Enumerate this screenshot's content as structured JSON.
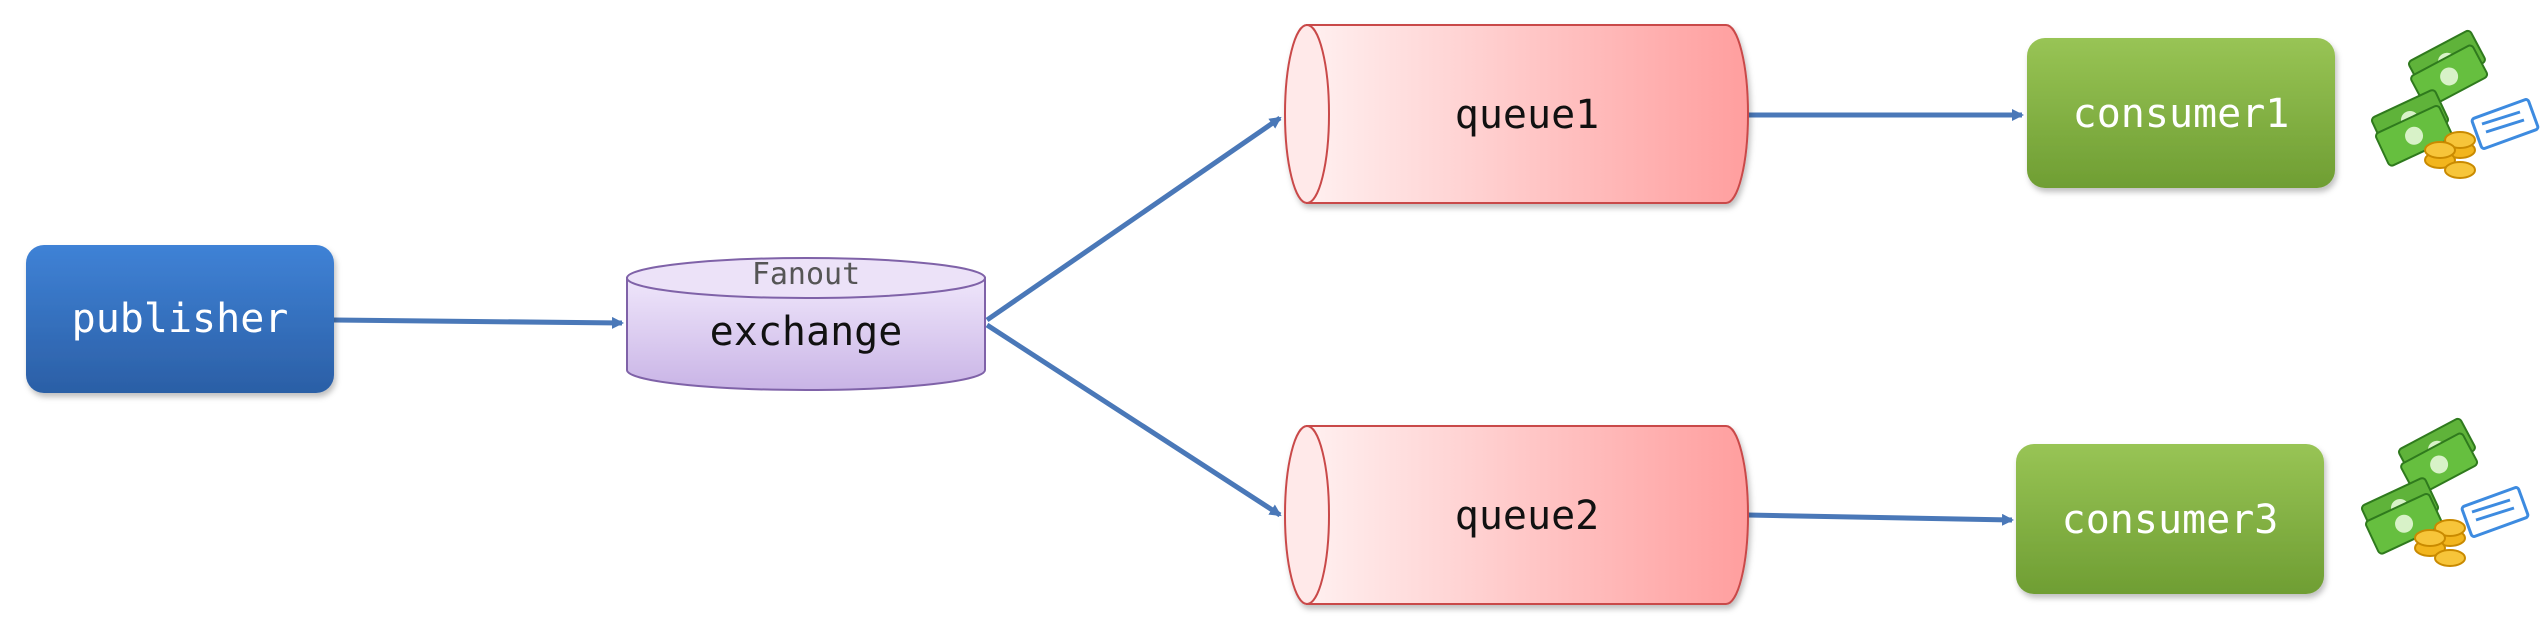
{
  "nodes": {
    "publisher": {
      "label": "publisher",
      "color": "#3a78c9"
    },
    "exchange": {
      "type_label": "Fanout",
      "label": "exchange",
      "color": "#d8c9ee"
    },
    "queue1": {
      "label": "queue1",
      "color": "#ff9e9e"
    },
    "queue2": {
      "label": "queue2",
      "color": "#ff9e9e"
    },
    "consumer1": {
      "label": "consumer1",
      "color": "#7fb23f"
    },
    "consumer3": {
      "label": "consumer3",
      "color": "#7fb23f"
    }
  },
  "edges": [
    {
      "from": "publisher",
      "to": "exchange"
    },
    {
      "from": "exchange",
      "to": "queue1"
    },
    {
      "from": "exchange",
      "to": "queue2"
    },
    {
      "from": "queue1",
      "to": "consumer1"
    },
    {
      "from": "queue2",
      "to": "consumer3"
    }
  ],
  "icons": [
    "money-icon",
    "money-icon"
  ],
  "colors": {
    "arrow": "#4a78b8"
  }
}
